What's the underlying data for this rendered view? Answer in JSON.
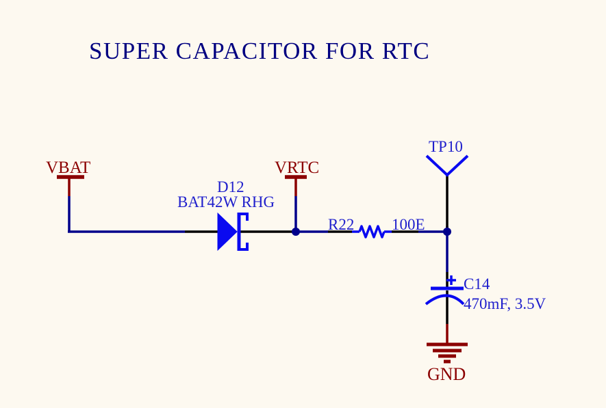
{
  "title": "SUPER CAPACITOR FOR RTC",
  "colors": {
    "background": "#FDF9F0",
    "title": "#000080",
    "wire": "#00008B",
    "pin": "#000000",
    "component": "#0A0AF0",
    "label": "#1F1FCC",
    "power": "#8B0000"
  },
  "nets": {
    "vbat": {
      "label": "VBAT"
    },
    "vrtc": {
      "label": "VRTC"
    },
    "gnd": {
      "label": "GND"
    }
  },
  "components": {
    "diode": {
      "designator": "D12",
      "part": "BAT42W RHG"
    },
    "resistor": {
      "designator": "R22",
      "value": "100E"
    },
    "capacitor": {
      "designator": "C14",
      "value": "470mF, 3.5V"
    },
    "testpoint": {
      "designator": "TP10"
    }
  }
}
